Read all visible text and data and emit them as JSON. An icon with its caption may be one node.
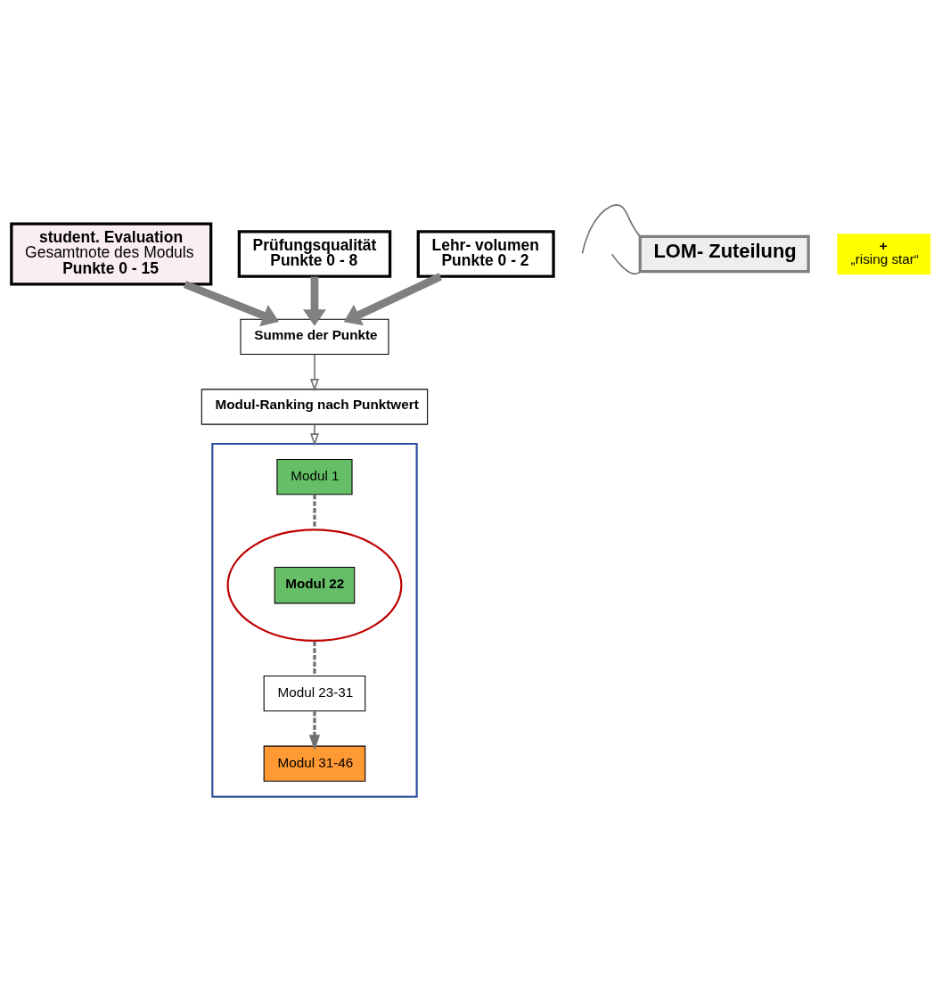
{
  "diagram": {
    "nodes": [
      {
        "text": [
          "student. Evaluation",
          "Gesamtnote des Moduls",
          "Punkte 0 - 15"
        ]
      },
      {
        "text": [
          "Prüfungsqualität",
          "Punkte 0 - 8"
        ]
      },
      {
        "text": [
          "Lehr- volumen",
          "Punkte 0 - 2"
        ]
      },
      {
        "text": [
          "Summe der Punkte"
        ]
      },
      {
        "text": [
          "Modul-Ranking nach Punktwert"
        ]
      },
      {
        "text": [],
        "shape": "box"
      },
      {
        "text": [
          "Modul 1"
        ],
        "in": 5
      },
      {
        "text": [
          "Modul 22"
        ],
        "in": 5
      },
      {
        "text": [
          "Modul 23-31"
        ],
        "in": 5
      },
      {
        "text": [
          "Modul 31-46"
        ],
        "in": 5
      },
      {
        "text": [
          "LOM- Zuteilung"
        ]
      },
      {
        "text": [
          "+",
          "„rising star“"
        ]
      }
    ],
    "edges": [
      {
        "from": 0,
        "to": 3,
        "arrow": "to",
        "style": "thick"
      },
      {
        "from": 1,
        "to": 3,
        "arrow": "to",
        "style": "thick"
      },
      {
        "from": 2,
        "to": 3,
        "arrow": "to",
        "style": "thick"
      },
      {
        "from": 3,
        "to": 4,
        "arrow": "to"
      },
      {
        "from": 4,
        "to": 5,
        "arrow": "to"
      },
      {
        "from": 6,
        "to": 7,
        "arrow": "none",
        "style": "dashed"
      },
      {
        "from": 7,
        "to": 8,
        "arrow": "none",
        "style": "dashed"
      },
      {
        "from": 8,
        "to": 9,
        "arrow": "to",
        "style": "dashed"
      },
      {
        "from": null,
        "to": 10,
        "arrow": "none"
      },
      {
        "from": null,
        "to": 10,
        "arrow": "none"
      }
    ]
  }
}
